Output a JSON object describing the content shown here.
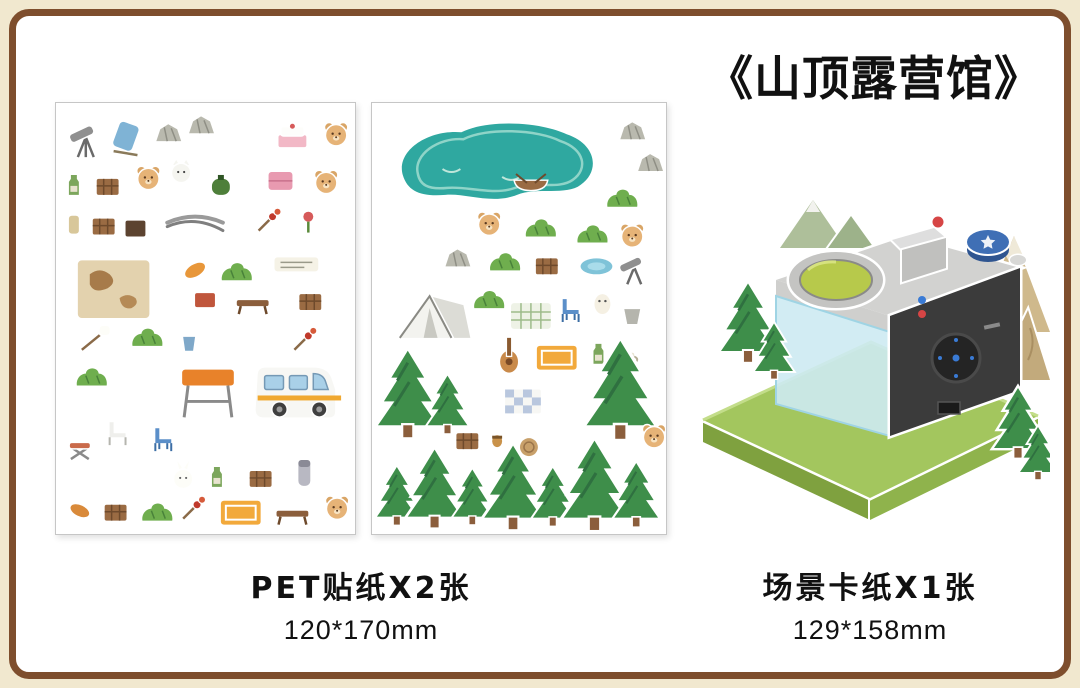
{
  "page": {
    "title": "《山顶露营馆》",
    "colors": {
      "frame_brown": "#7e4e2d",
      "outer_beige": "#f1e8cf",
      "lake_teal": "#2fa8a0",
      "floor_green": "#a3c65e",
      "pine_green": "#3e8e4a",
      "camera_dark": "#3b3b3b",
      "dial_blue": "#3f6fb5"
    }
  },
  "left_item": {
    "caption": "PET贴纸X2张",
    "size": "120*170mm"
  },
  "right_item": {
    "caption": "场景卡纸X1张",
    "size": "129*158mm"
  }
}
